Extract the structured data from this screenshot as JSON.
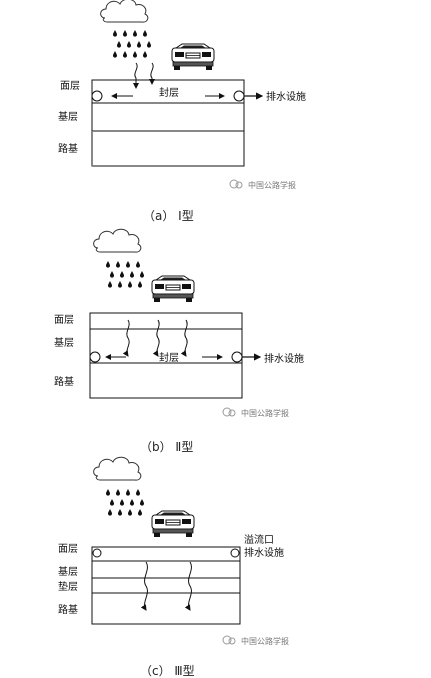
{
  "diagram_a": {
    "layer_surface": "面层",
    "layer_base": "基层",
    "layer_subgrade": "路基",
    "seal_label": "封层",
    "drain_label": "排水设施",
    "watermark": "中国公路学报",
    "caption": "（a） Ⅰ型"
  },
  "diagram_b": {
    "layer_surface": "面层",
    "layer_base": "基层",
    "layer_subgrade": "路基",
    "seal_label": "封层",
    "drain_label": "排水设施",
    "watermark": "中国公路学报",
    "caption": "（b） Ⅱ型"
  },
  "diagram_c": {
    "layer_surface": "面层",
    "layer_base": "基层",
    "layer_cushion": "垫层",
    "layer_subgrade": "路基",
    "overflow_label": "溢流口",
    "drain_label": "排水设施",
    "watermark": "中国公路学报",
    "caption": "（c） Ⅲ型"
  }
}
